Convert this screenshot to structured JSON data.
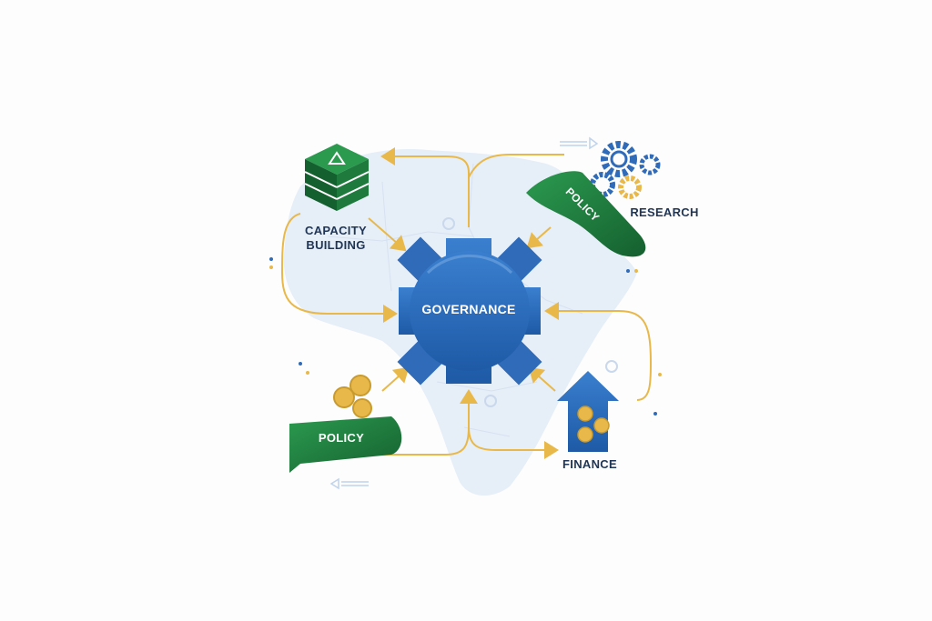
{
  "nodes": {
    "center": {
      "label": "GOVERNANCE"
    },
    "capacity_building": {
      "label_line1": "CAPACITY",
      "label_line2": "BUILDING"
    },
    "research": {
      "label": "RESEARCH"
    },
    "finance": {
      "label": "FINANCE"
    },
    "policy_top": {
      "label": "POLICY"
    },
    "policy_bottom": {
      "label": "POLICY"
    }
  },
  "colors": {
    "navy": "#1f3556",
    "blue": "#2f6bb8",
    "blue_light": "#4e8fd6",
    "green": "#1f7a3e",
    "green_dark": "#14572b",
    "gold": "#e8b94a",
    "map": "#e6eef8"
  },
  "icons": [
    "cube-stack-icon",
    "gears-icon",
    "coins-icon",
    "house-arrow-icon",
    "ribbon-icon"
  ]
}
